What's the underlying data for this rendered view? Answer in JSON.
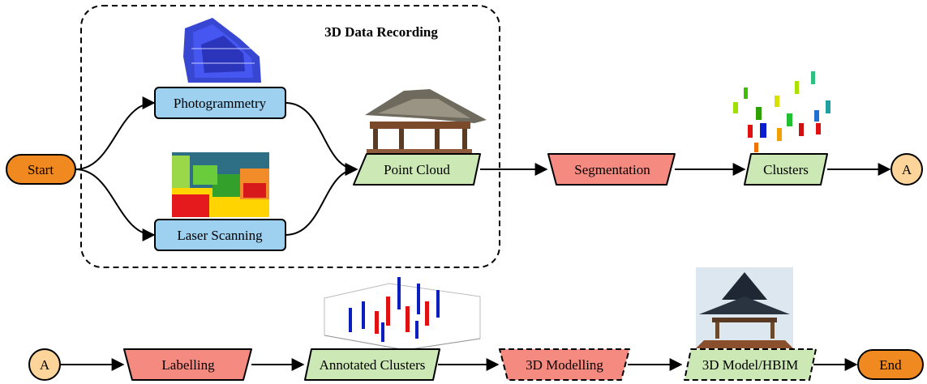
{
  "group_title": "3D Data Recording",
  "nodes": {
    "start": "Start",
    "photogrammetry": "Photogrammetry",
    "laser_scanning": "Laser Scanning",
    "point_cloud": "Point Cloud",
    "segmentation": "Segmentation",
    "clusters": "Clusters",
    "connector_out": "A",
    "connector_in": "A",
    "labelling": "Labelling",
    "annotated_clusters": "Annotated Clusters",
    "modelling": "3D Modelling",
    "model_hbim": "3D Model/HBIM",
    "end": "End"
  },
  "colors": {
    "terminal": "#f0891f",
    "connector": "#fdd49a",
    "process_blue": "#9ed0f0",
    "data_green": "#cce8b5",
    "process_red": "#f58a80"
  },
  "images": [
    "photogrammetry-point-cloud",
    "laser-scan-colored-depth",
    "pavilion-point-cloud",
    "colored-cluster-scatter",
    "annotated-3d-scatter-plot",
    "pavilion-3d-model"
  ]
}
